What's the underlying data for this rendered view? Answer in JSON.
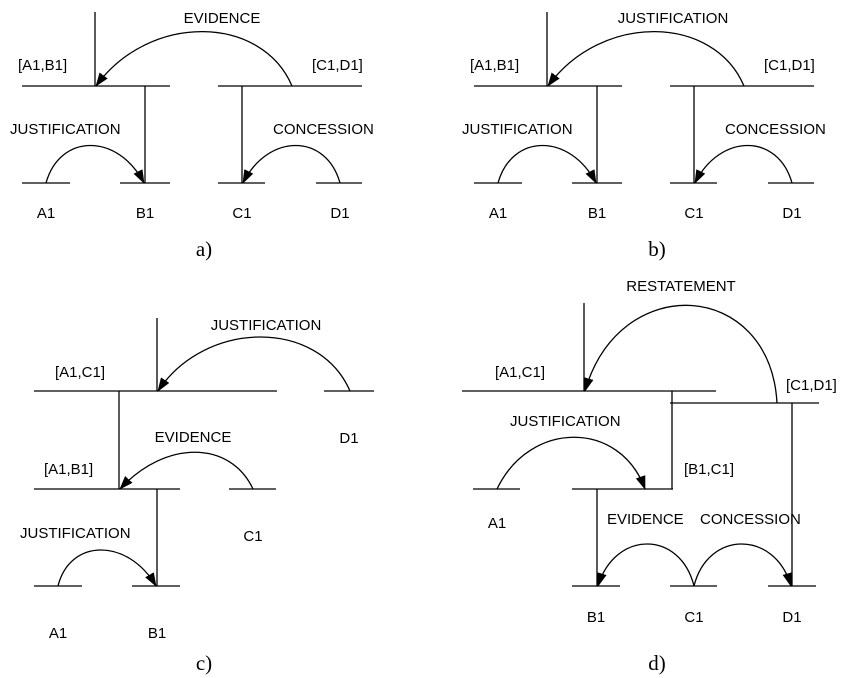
{
  "panels": {
    "a": {
      "caption": "a)",
      "relations": {
        "top": "EVIDENCE",
        "left": "JUSTIFICATION",
        "right": "CONCESSION"
      },
      "spans": {
        "left": "[A1,B1]",
        "right": "[C1,D1]"
      },
      "leaves": [
        "A1",
        "B1",
        "C1",
        "D1"
      ]
    },
    "b": {
      "caption": "b)",
      "relations": {
        "top": "JUSTIFICATION",
        "left": "JUSTIFICATION",
        "right": "CONCESSION"
      },
      "spans": {
        "left": "[A1,B1]",
        "right": "[C1,D1]"
      },
      "leaves": [
        "A1",
        "B1",
        "C1",
        "D1"
      ]
    },
    "c": {
      "caption": "c)",
      "relations": {
        "top": "JUSTIFICATION",
        "middle": "EVIDENCE",
        "bottom": "JUSTIFICATION"
      },
      "spans": {
        "top": "[A1,C1]",
        "middle": "[A1,B1]"
      },
      "leaves": [
        "D1",
        "C1",
        "A1",
        "B1"
      ]
    },
    "d": {
      "caption": "d)",
      "relations": {
        "top": "RESTATEMENT",
        "left": "JUSTIFICATION",
        "bottom_left": "EVIDENCE",
        "bottom_right": "CONCESSION"
      },
      "spans": {
        "top": "[A1,C1]",
        "right": "[C1,D1]",
        "middle": "[B1,C1]"
      },
      "leaves": [
        "A1",
        "B1",
        "C1",
        "D1"
      ]
    }
  }
}
